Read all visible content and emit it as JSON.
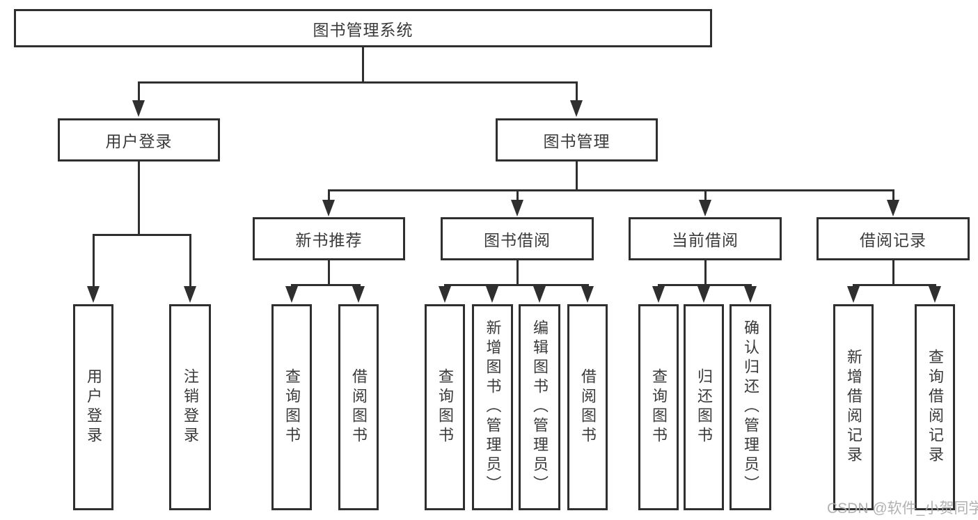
{
  "tree": {
    "root": "图书管理系统",
    "level2": [
      {
        "label": "用户登录",
        "children": [
          {
            "label": "用户登录"
          },
          {
            "label": "注销登录"
          }
        ]
      },
      {
        "label": "图书管理",
        "children": [
          {
            "label": "新书推荐",
            "children": [
              {
                "label": "查询图书"
              },
              {
                "label": "借阅图书"
              }
            ]
          },
          {
            "label": "图书借阅",
            "children": [
              {
                "label": "查询图书"
              },
              {
                "label": "新增图书（管理员）"
              },
              {
                "label": "编辑图书（管理员）"
              },
              {
                "label": "借阅图书"
              }
            ]
          },
          {
            "label": "当前借阅",
            "children": [
              {
                "label": "查询图书"
              },
              {
                "label": "归还图书"
              },
              {
                "label": "确认归还（管理员）"
              }
            ]
          },
          {
            "label": "借阅记录",
            "children": [
              {
                "label": "新增借阅记录"
              },
              {
                "label": "查询借阅记录"
              }
            ]
          }
        ]
      }
    ]
  },
  "watermark": {
    "text": "CSDN @软件_小贺同学"
  },
  "colors": {
    "line": "#2f2f2f",
    "text": "#3a3a3a",
    "watermark": "#ababab",
    "background": "#ffffff"
  }
}
